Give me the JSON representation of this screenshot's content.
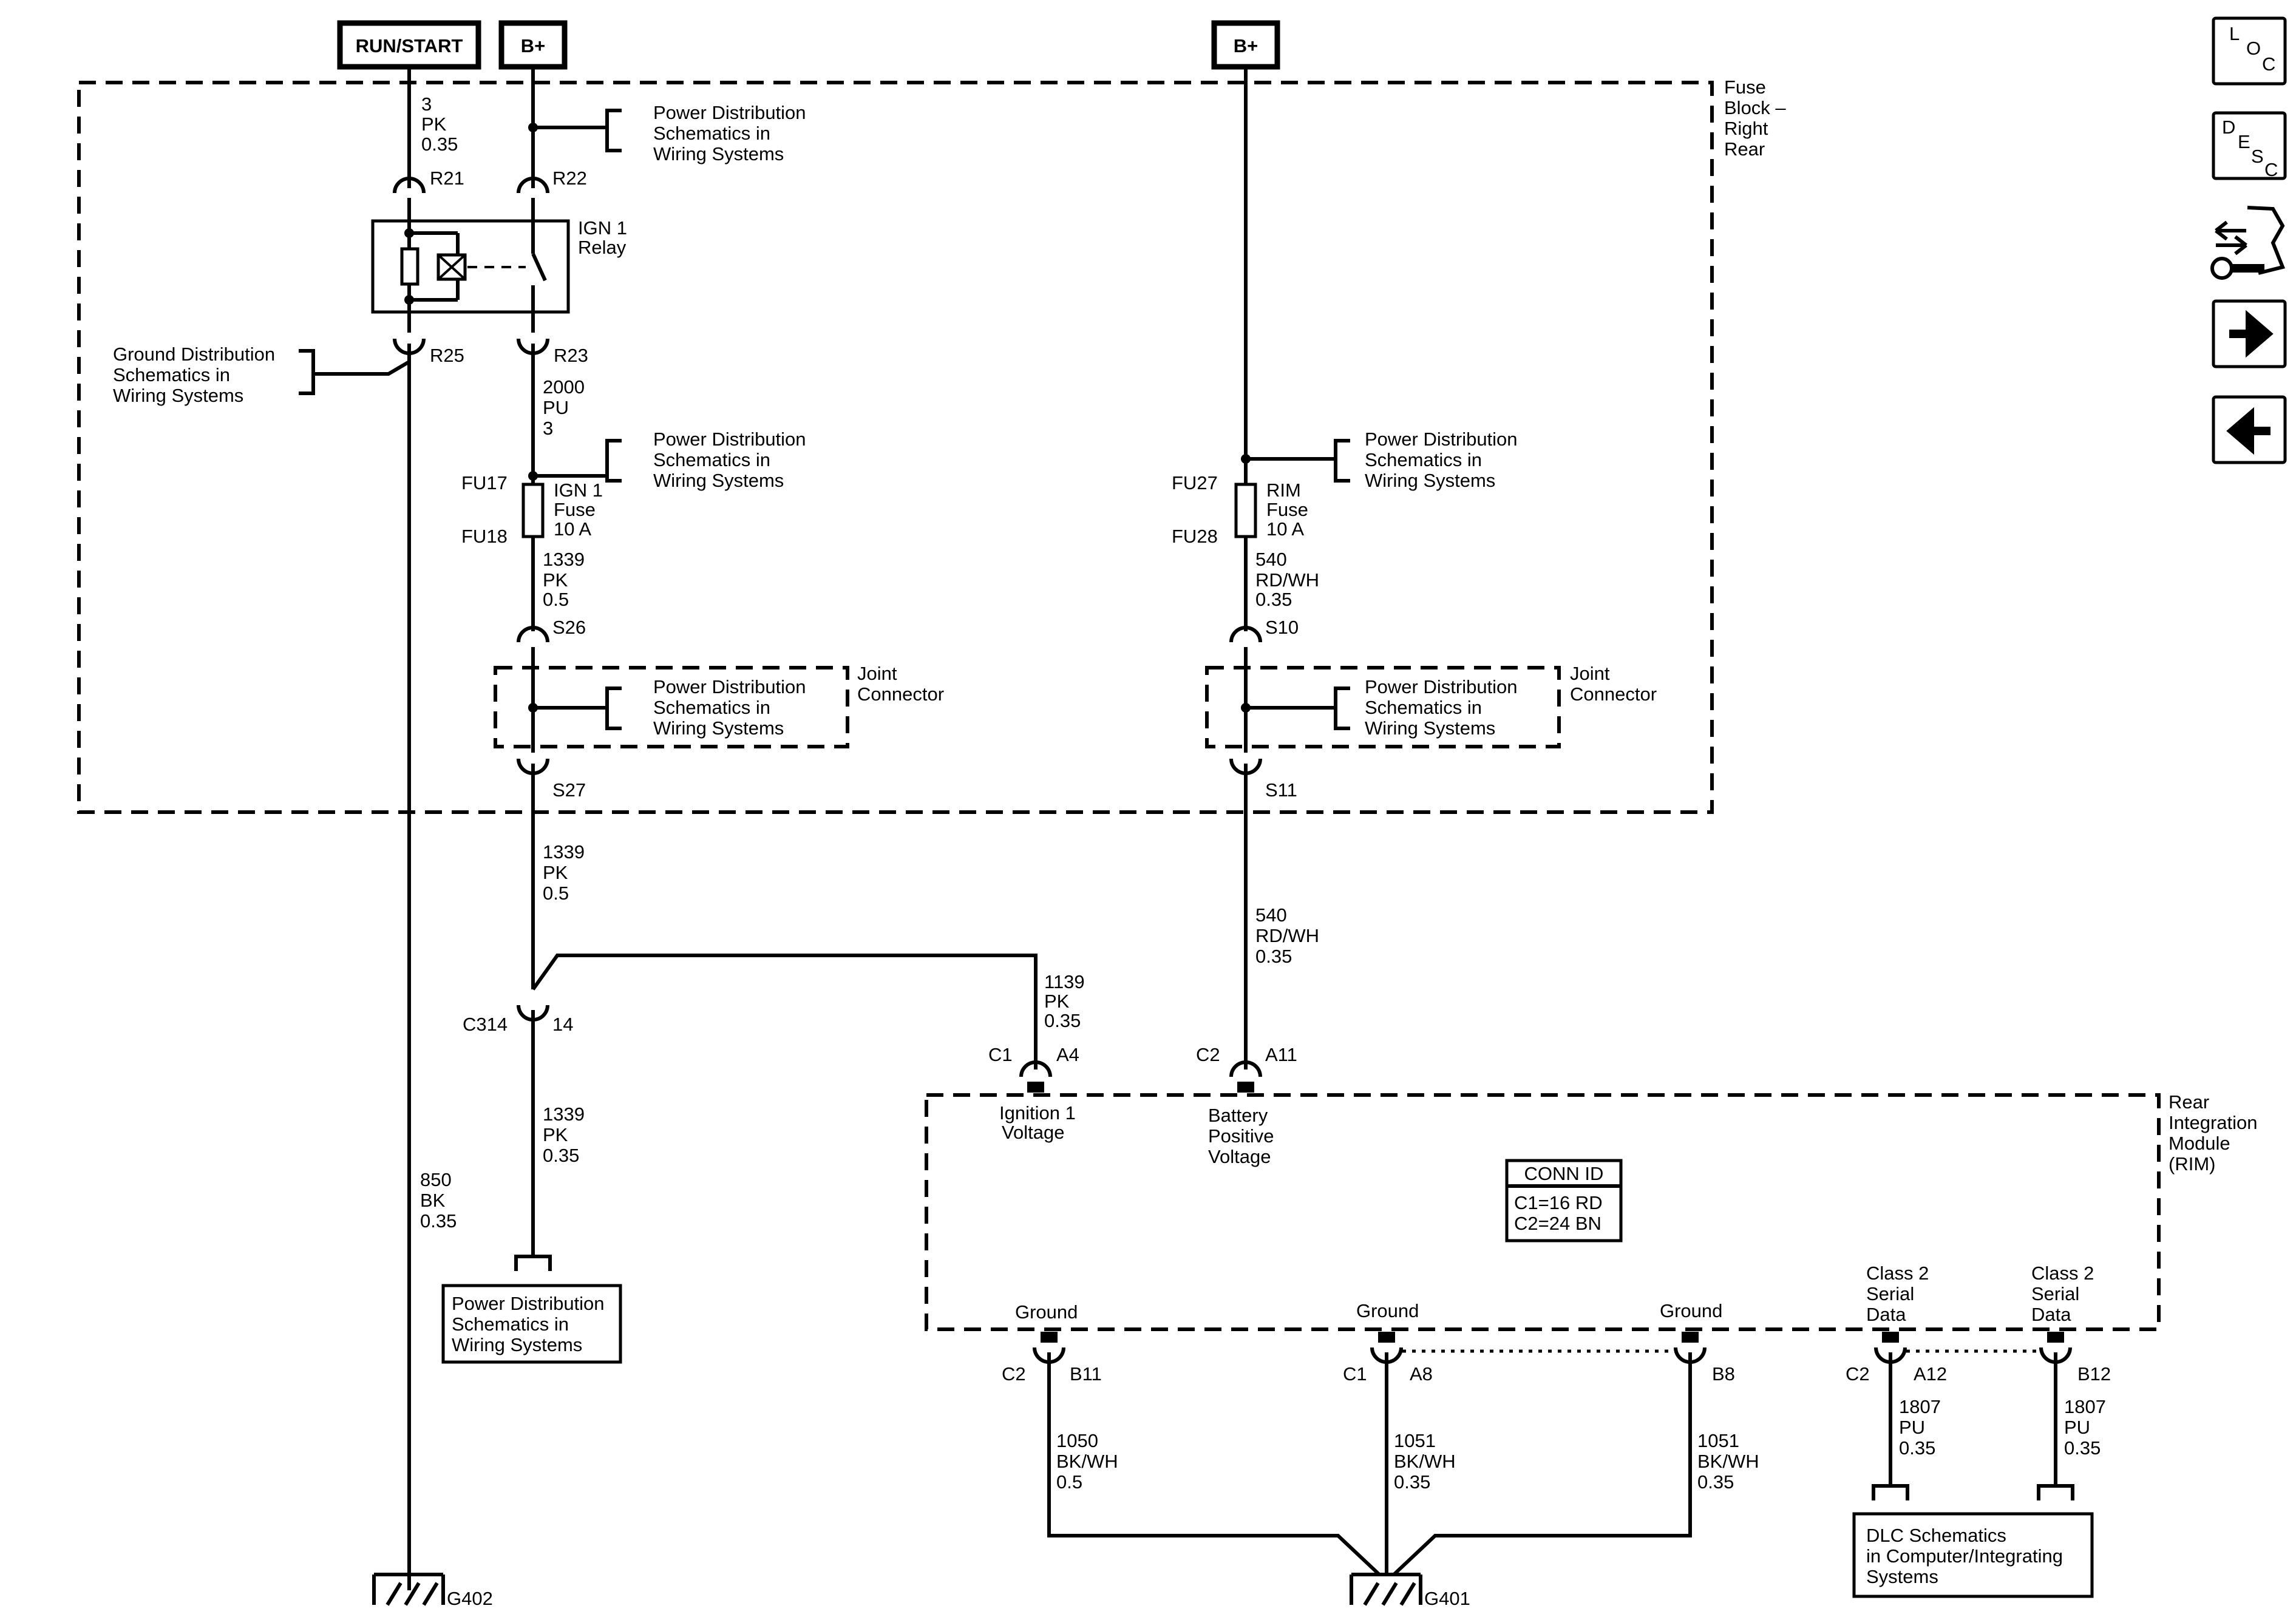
{
  "terminals": {
    "run_start": "RUN/START",
    "bplus_left": "B+",
    "bplus_right": "B+"
  },
  "fuse_block_label": [
    "Fuse",
    "Block –",
    "Right",
    "Rear"
  ],
  "rim_label": [
    "Rear",
    "Integration",
    "Module",
    "(RIM)"
  ],
  "joint_connector_label": [
    "Joint",
    "Connector"
  ],
  "relay_label": [
    "IGN 1",
    "Relay"
  ],
  "ign1_fuse_label": [
    "IGN 1",
    "Fuse",
    "10 A"
  ],
  "rim_fuse_label": [
    "RIM",
    "Fuse",
    "10 A"
  ],
  "power_dist_ref": [
    "Power Distribution",
    "Schematics in",
    "Wiring Systems"
  ],
  "ground_dist_ref": [
    "Ground Distribution",
    "Schematics in",
    "Wiring Systems"
  ],
  "dlc_ref": [
    "DLC Schematics",
    "in Computer/Integrating",
    "Systems"
  ],
  "conn_id": {
    "title": "CONN ID",
    "c1": "C1=16 RD",
    "c2": "C2=24 BN"
  },
  "pins": {
    "r21": "R21",
    "r22": "R22",
    "r23": "R23",
    "r25": "R25",
    "fu17": "FU17",
    "fu18": "FU18",
    "fu27": "FU27",
    "fu28": "FU28",
    "s26": "S26",
    "s27": "S27",
    "s10": "S10",
    "s11": "S11",
    "c314": "C314",
    "c314_pin": "14",
    "c1_a4_conn": "C1",
    "c1_a4_pin": "A4",
    "c2_a11_conn": "C2",
    "c2_a11_pin": "A11",
    "c2_b11_conn": "C2",
    "c2_b11_pin": "B11",
    "c1_a8_conn": "C1",
    "c1_a8_pin": "A8",
    "b8_pin": "B8",
    "c2_a12_conn": "C2",
    "c2_a12_pin": "A12",
    "b12_pin": "B12",
    "g401": "G401",
    "g402": "G402"
  },
  "wires": {
    "run_start": [
      "3",
      "PK",
      "0.35"
    ],
    "ign_relay_out": [
      "2000",
      "PU",
      "3"
    ],
    "ign_fuse_out": [
      "1339",
      "PK",
      "0.5"
    ],
    "ign_below_joint": [
      "1339",
      "PK",
      "0.5"
    ],
    "ign_to_rim": [
      "1139",
      "PK",
      "0.35"
    ],
    "ign_below_c314": [
      "1339",
      "PK",
      "0.35"
    ],
    "ground_g402": [
      "850",
      "BK",
      "0.35"
    ],
    "rim_fuse_out": [
      "540",
      "RD/WH",
      "0.35"
    ],
    "rim_to_a11": [
      "540",
      "RD/WH",
      "0.35"
    ],
    "gnd_b11": [
      "1050",
      "BK/WH",
      "0.5"
    ],
    "gnd_a8": [
      "1051",
      "BK/WH",
      "0.35"
    ],
    "gnd_b8": [
      "1051",
      "BK/WH",
      "0.35"
    ],
    "serial_a12": [
      "1807",
      "PU",
      "0.35"
    ],
    "serial_b12": [
      "1807",
      "PU",
      "0.35"
    ]
  },
  "rim_pins": {
    "ign_voltage": [
      "Ignition 1",
      "Voltage"
    ],
    "batt_voltage": [
      "Battery",
      "Positive",
      "Voltage"
    ],
    "ground": "Ground",
    "class2": [
      "Class 2",
      "Serial",
      "Data"
    ]
  },
  "nav": {
    "loc": [
      "L",
      "O",
      "C"
    ],
    "desc": [
      "D",
      "E",
      "S",
      "C"
    ],
    "next_icon": "right-arrow",
    "prev_icon": "left-arrow",
    "repair_icon": "repair-arrows-wrench"
  }
}
